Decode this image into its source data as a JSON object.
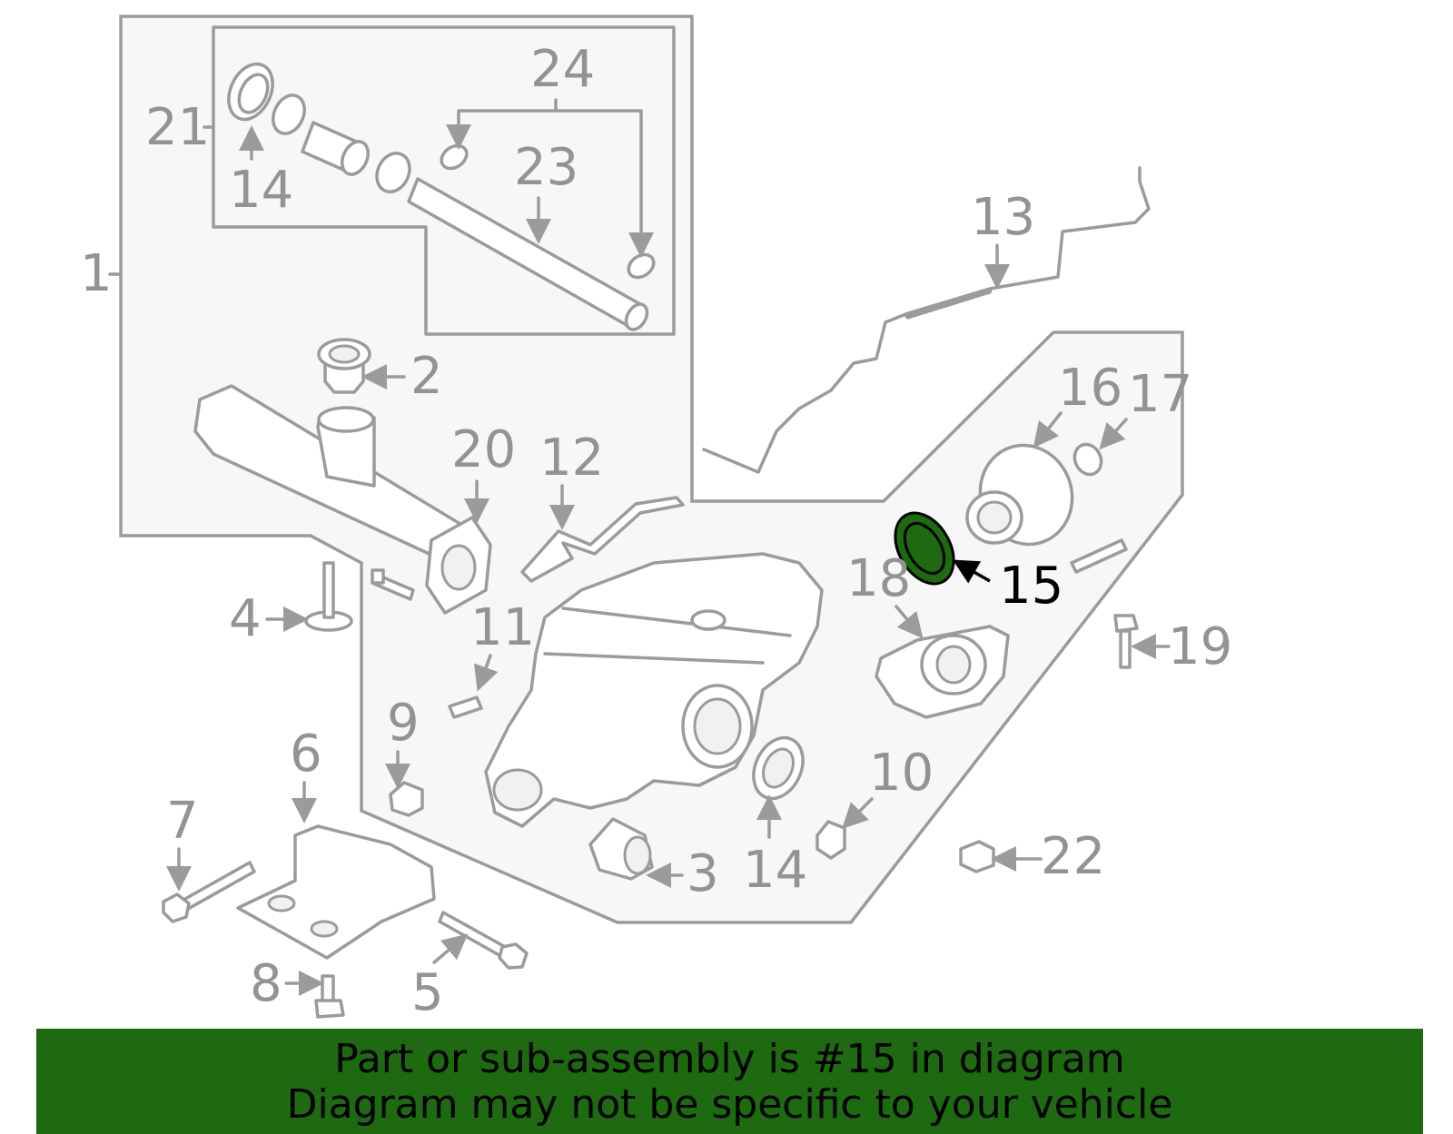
{
  "diagram": {
    "callouts": [
      "1",
      "2",
      "3",
      "4",
      "5",
      "6",
      "7",
      "8",
      "9",
      "10",
      "11",
      "12",
      "13",
      "14",
      "14",
      "15",
      "16",
      "17",
      "18",
      "19",
      "20",
      "21",
      "22",
      "23",
      "24"
    ],
    "highlighted_part": "15",
    "highlight_color": "#1e6a10"
  },
  "banner": {
    "line1": "Part or sub-assembly is #15 in diagram",
    "line2": "Diagram may not be specific to your vehicle",
    "background": "#1e6a10"
  }
}
